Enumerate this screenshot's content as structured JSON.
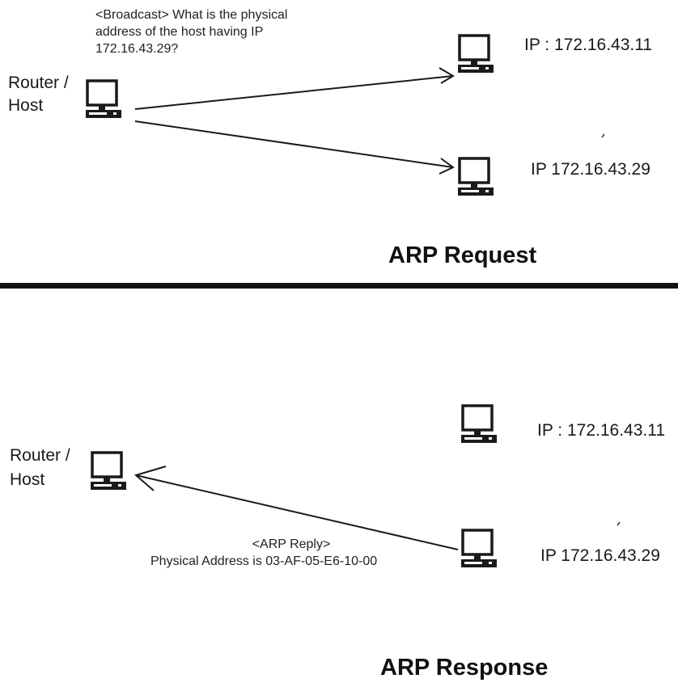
{
  "request": {
    "source_label_line1": "Router /",
    "source_label_line2": "Host",
    "broadcast_line1": "<Broadcast> What is the physical",
    "broadcast_line2": "address of the host having IP",
    "broadcast_line3": "172.16.43.29?",
    "target1_label": "IP : 172.16.43.11",
    "target2_label": "IP 172.16.43.29",
    "title": "ARP Request"
  },
  "response": {
    "source_label_line1": "Router /",
    "source_label_line2": "Host",
    "target1_label": "IP : 172.16.43.11",
    "target2_label": "IP 172.16.43.29",
    "reply_line1": "<ARP Reply>",
    "reply_line2": "Physical Address is 03-AF-05-E6-10-00",
    "title": "ARP Response"
  },
  "icons": {
    "computer": "computer-icon"
  },
  "colors": {
    "line": "#1a1a1a",
    "divider": "#111111",
    "background": "#ffffff"
  }
}
